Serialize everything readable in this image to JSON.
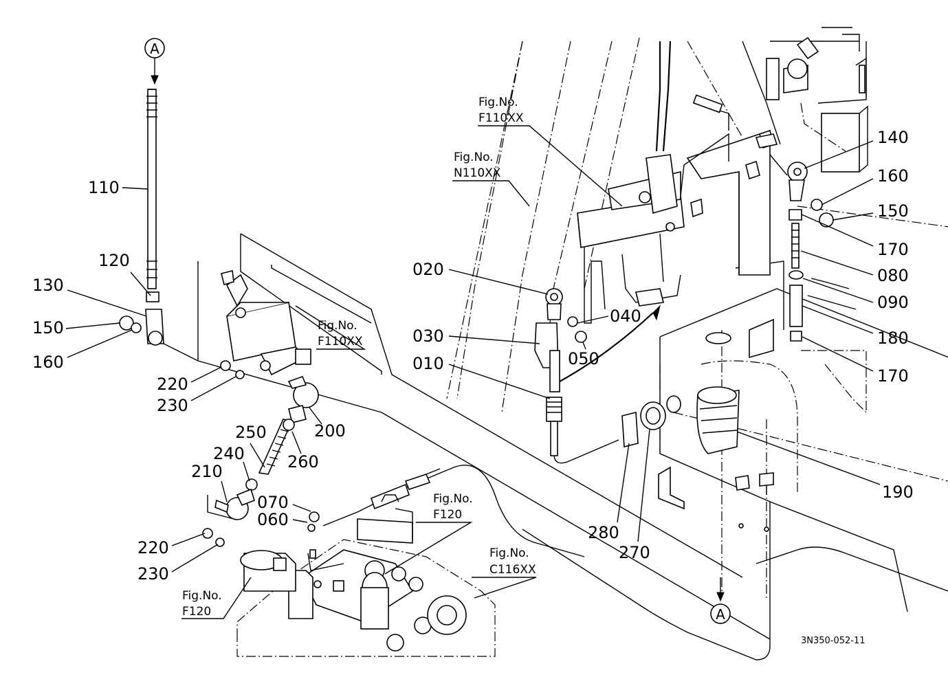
{
  "diagram": {
    "code": "3N350-052-11",
    "refs": {
      "a_top": "A",
      "a_bottom": "A"
    },
    "parts": {
      "p010": "010",
      "p020": "020",
      "p030": "030",
      "p040": "040",
      "p050": "050",
      "p060": "060",
      "p070": "070",
      "p080": "080",
      "p090": "090",
      "p110": "110",
      "p120": "120",
      "p130": "130",
      "p140": "140",
      "p150a": "150",
      "p150b": "150",
      "p160a": "160",
      "p160b": "160",
      "p170a": "170",
      "p170b": "170",
      "p180": "180",
      "p190": "190",
      "p200": "200",
      "p210": "210",
      "p220a": "220",
      "p220b": "220",
      "p230a": "230",
      "p230b": "230",
      "p240": "240",
      "p250": "250",
      "p260": "260",
      "p270": "270",
      "p280": "280"
    },
    "fig_refs": {
      "f1": {
        "title": "Fig.No.",
        "code": "F110XX"
      },
      "f2": {
        "title": "Fig.No.",
        "code": "N110XX"
      },
      "f3": {
        "title": "Fig.No.",
        "code": "F110XX"
      },
      "f4": {
        "title": "Fig.No.",
        "code": "F120"
      },
      "f5": {
        "title": "Fig.No.",
        "code": "C116XX"
      },
      "f6": {
        "title": "Fig.No.",
        "code": "F120"
      }
    }
  }
}
